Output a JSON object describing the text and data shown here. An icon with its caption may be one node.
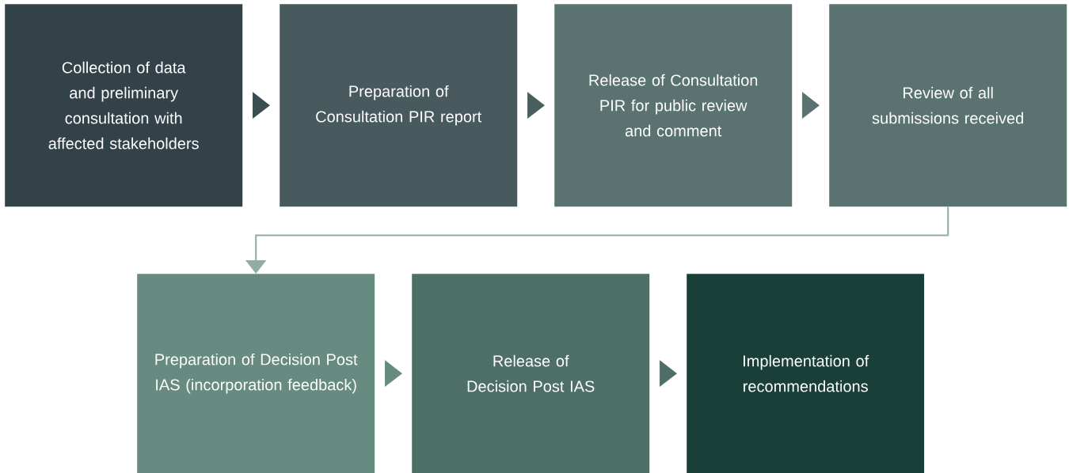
{
  "diagram": {
    "nodes": [
      {
        "text": [
          "Collection of data and preliminary consultation with affected stakeholders"
        ]
      },
      {
        "text": [
          "Preparation of Consultation PIR report"
        ]
      },
      {
        "text": [
          "Release of Consultation PIR for public review and comment"
        ]
      },
      {
        "text": [
          "Review of all submissions received"
        ]
      },
      {
        "text": [
          "Preparation of Decision Post IAS (incorporation feedback)"
        ]
      },
      {
        "text": [
          "Release of Decision Post IAS"
        ]
      },
      {
        "text": [
          "Implementation of recommendations"
        ]
      }
    ],
    "edges": [
      {
        "from": 0,
        "to": 1,
        "arrow": "to"
      },
      {
        "from": 1,
        "to": 2,
        "arrow": "to"
      },
      {
        "from": 2,
        "to": 3,
        "arrow": "to"
      },
      {
        "from": 3,
        "to": 4,
        "arrow": "to",
        "color": "#8fada6"
      },
      {
        "from": 4,
        "to": 5,
        "arrow": "to"
      },
      {
        "from": 5,
        "to": 6,
        "arrow": "to"
      }
    ]
  }
}
